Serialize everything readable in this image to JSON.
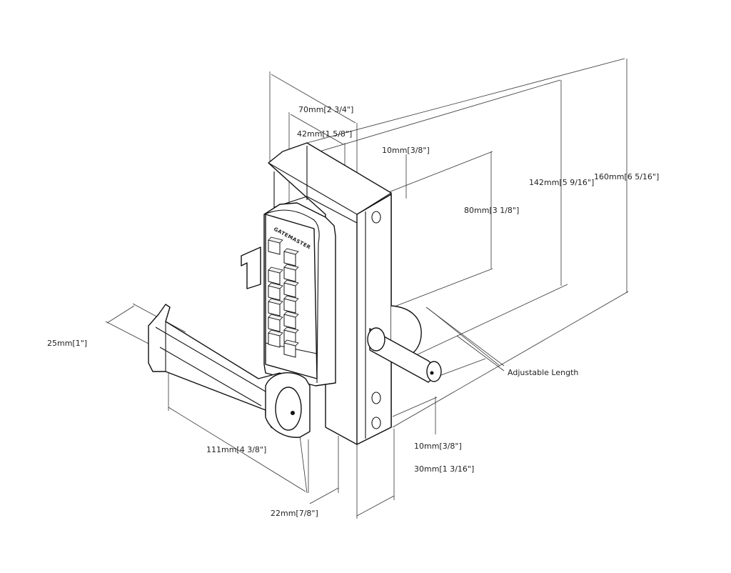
{
  "brand": "GATEMASTER",
  "dimensions": {
    "d70": "70mm[2 3/4\"]",
    "d42": "42mm[1 5/8\"]",
    "d10_top": "10mm[3/8\"]",
    "d80": "80mm[3 1/8\"]",
    "d142": "142mm[5 9/16\"]",
    "d160": "160mm[6 5/16\"]",
    "d25": "25mm[1\"]",
    "adjustable": "Adjustable Length",
    "d111": "111mm[4 3/8\"]",
    "d10_bottom": "10mm[3/8\"]",
    "d30": "30mm[1 3/16\"]",
    "d22": "22mm[7/8\"]"
  }
}
